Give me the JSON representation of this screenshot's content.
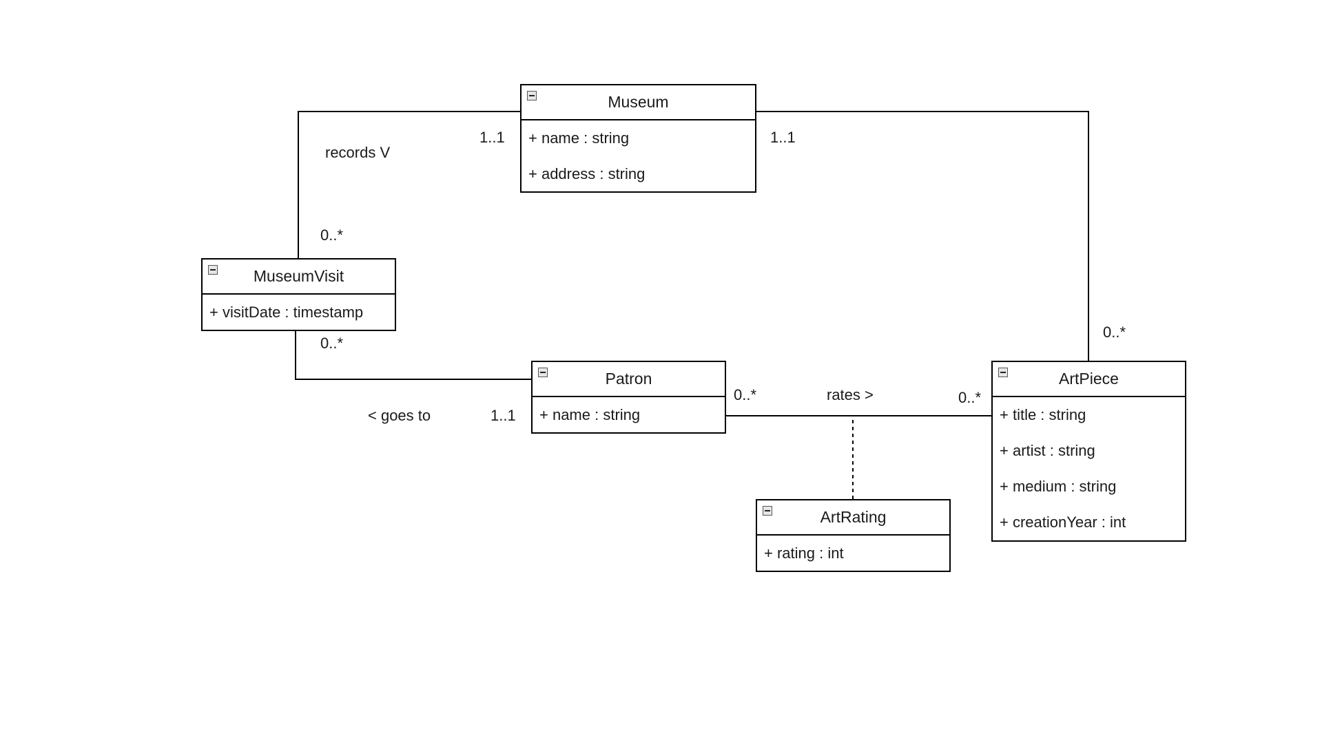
{
  "diagram": {
    "classes": {
      "museum": {
        "name": "Museum",
        "attributes": [
          "+ name : string",
          "+ address : string"
        ]
      },
      "museum_visit": {
        "name": "MuseumVisit",
        "attributes": [
          "+ visitDate : timestamp"
        ]
      },
      "patron": {
        "name": "Patron",
        "attributes": [
          "+ name : string"
        ]
      },
      "art_piece": {
        "name": "ArtPiece",
        "attributes": [
          "+ title : string",
          "+ artist : string",
          "+ medium : string",
          "+ creationYear : int"
        ]
      },
      "art_rating": {
        "name": "ArtRating",
        "attributes": [
          "+ rating : int"
        ]
      }
    },
    "associations": {
      "records": {
        "label": "records V",
        "museum_end": "1..1",
        "visit_end": "0..*"
      },
      "museum_artpiece": {
        "museum_end": "1..1",
        "artpiece_end": "0..*"
      },
      "goes_to": {
        "label": "< goes to",
        "visit_end": "0..*",
        "patron_end": "1..1"
      },
      "rates": {
        "label": "rates >",
        "patron_end": "0..*",
        "artpiece_end": "0..*"
      }
    }
  }
}
